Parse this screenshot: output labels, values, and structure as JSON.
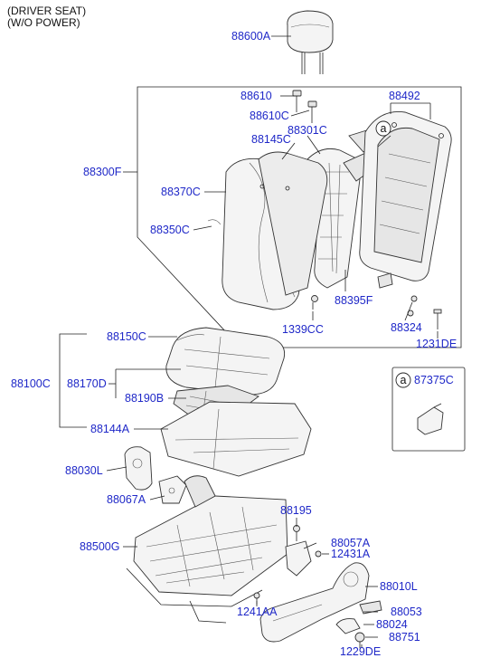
{
  "title": {
    "line1": "(DRIVER SEAT)",
    "line2": "(W/O POWER)"
  },
  "labels": {
    "p88600A": "88600A",
    "p88610": "88610",
    "p88492": "88492",
    "p88610C": "88610C",
    "p88301C": "88301C",
    "p88145C": "88145C",
    "p88300F": "88300F",
    "p88370C": "88370C",
    "p88350C": "88350C",
    "p88395F": "88395F",
    "p88324": "88324",
    "p1339CC": "1339CC",
    "p1231DE": "1231DE",
    "p88150C": "88150C",
    "p88100C": "88100C",
    "p88170D": "88170D",
    "p88190B": "88190B",
    "p87375C": "87375C",
    "p88144A": "88144A",
    "p88030L": "88030L",
    "p88067A": "88067A",
    "p88195": "88195",
    "p88057A": "88057A",
    "p88500G": "88500G",
    "p12431A": "12431A",
    "p88010L": "88010L",
    "p1241AA": "1241AA",
    "p88053": "88053",
    "p88024": "88024",
    "p88751": "88751",
    "p1229DE": "1229DE"
  },
  "callout": {
    "letter": "a"
  }
}
